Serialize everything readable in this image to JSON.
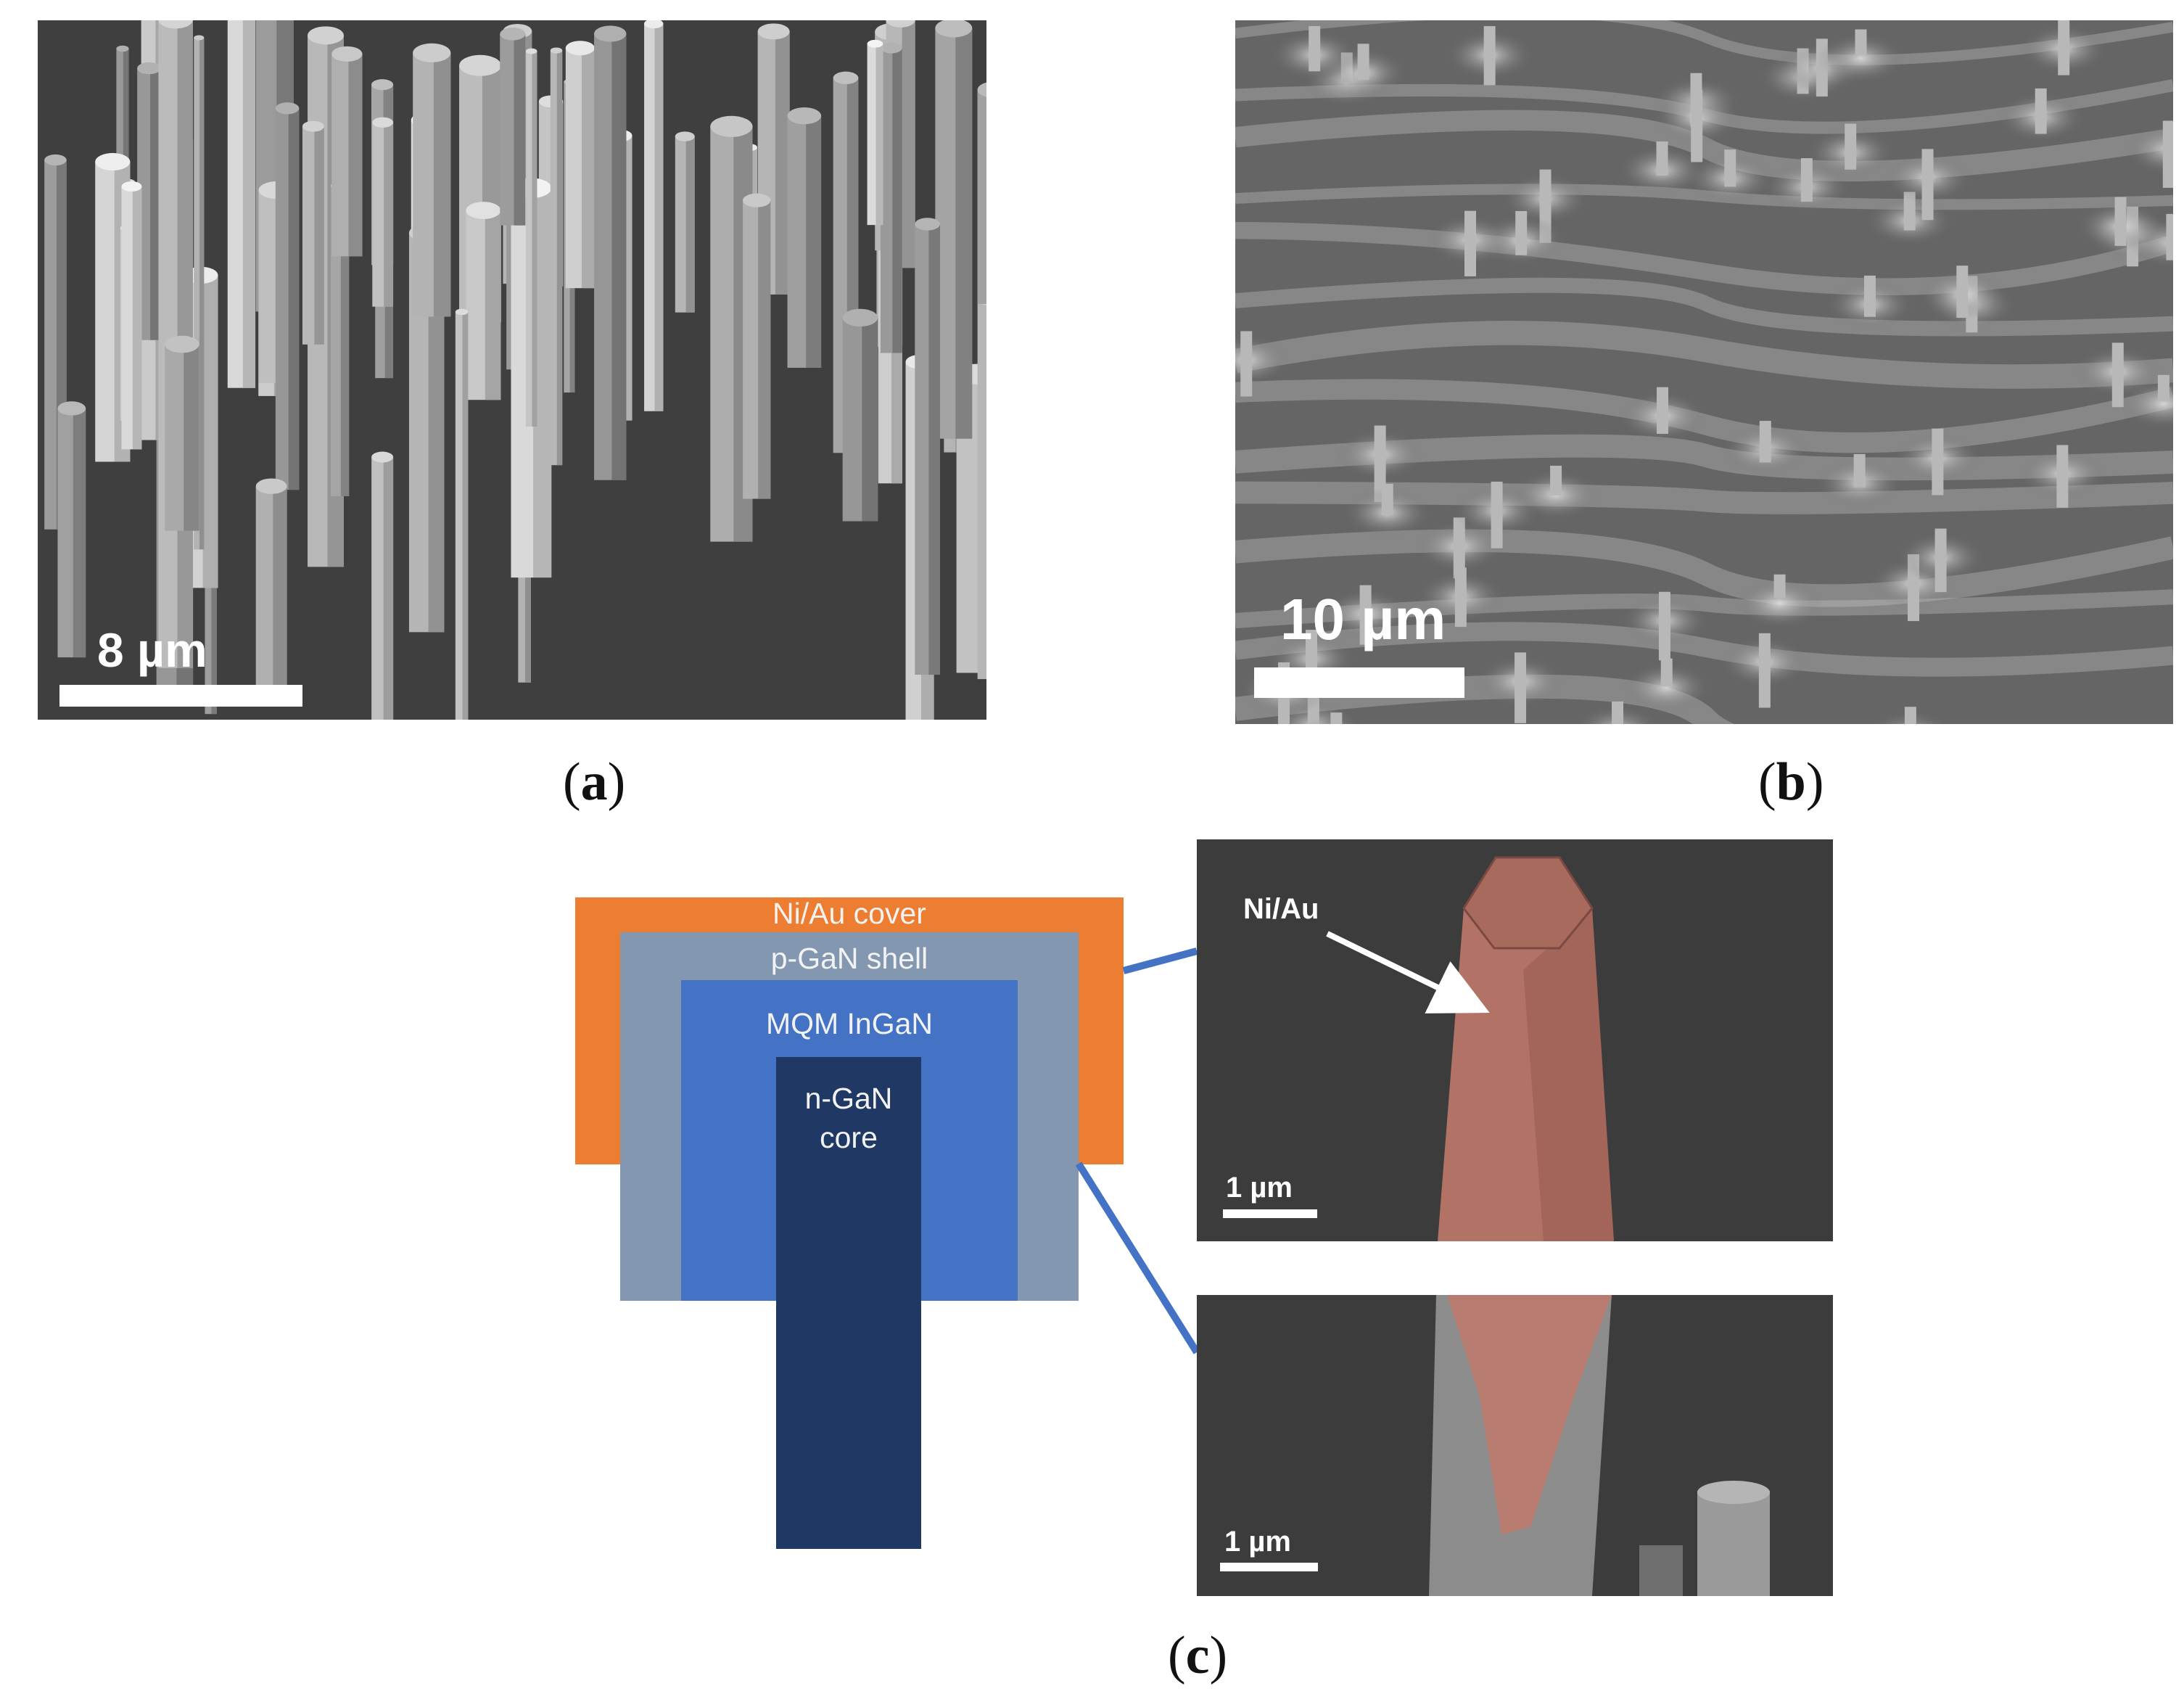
{
  "panels": {
    "a": {
      "label": "a",
      "scale_text": "8 µm"
    },
    "b": {
      "label": "b",
      "scale_text": "10 µm"
    },
    "c": {
      "label": "c",
      "schematic": {
        "layers": [
          {
            "name": "Ni/Au cover",
            "color": "#ed7d31"
          },
          {
            "name": "p-GaN shell",
            "color": "#8497b0"
          },
          {
            "name": "MQM InGaN",
            "color": "#4472c4"
          },
          {
            "name": "n-GaN core",
            "color": "#1f3864"
          }
        ],
        "connector_color": "#4472c4"
      },
      "top_sem": {
        "annotation": "Ni/Au",
        "scale_text": "1 µm",
        "highlight_color": "#c0786a"
      },
      "bottom_sem": {
        "scale_text": "1 µm"
      }
    }
  }
}
